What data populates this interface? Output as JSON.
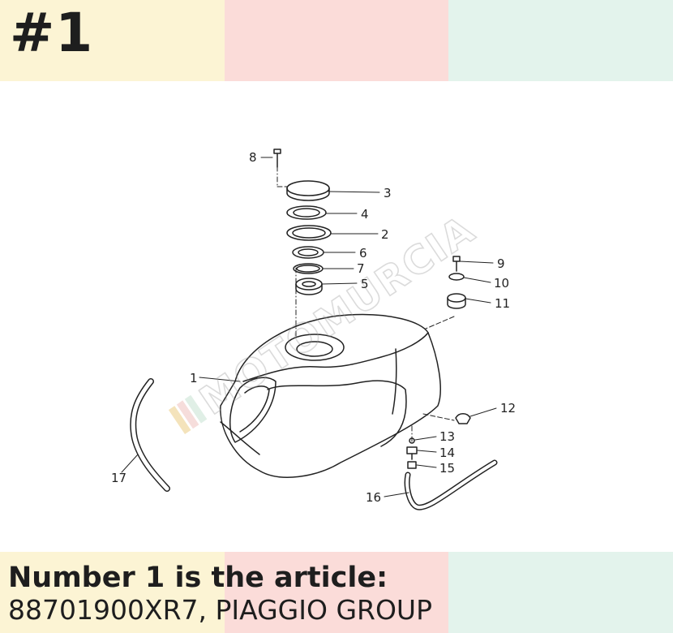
{
  "badge": "#1",
  "caption": {
    "line1": "Number 1 is the article:",
    "line2": "88701900XR7, PIAGGIO GROUP"
  },
  "watermark": "MOTOMURCIA",
  "colors": {
    "band_yellow": "#fcf4d4",
    "band_pink": "#fbdcd9",
    "band_green": "#e3f3ec",
    "ink": "#1e1e1e"
  },
  "callouts": [
    "1",
    "2",
    "3",
    "4",
    "5",
    "6",
    "7",
    "8",
    "9",
    "10",
    "11",
    "12",
    "13",
    "14",
    "15",
    "16",
    "17"
  ]
}
